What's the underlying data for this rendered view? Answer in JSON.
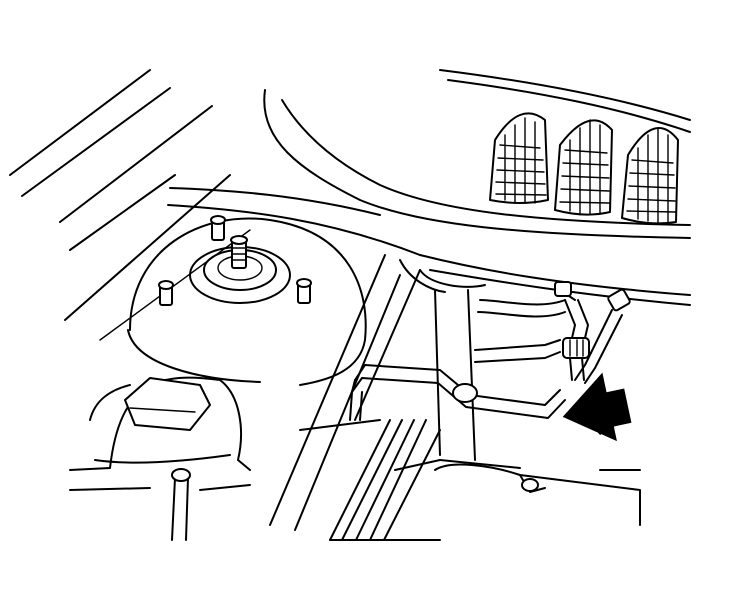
{
  "diagram": {
    "background_color": "#ffffff",
    "line_color": "#000000",
    "parts": [
      "strut-tower-mount",
      "strut-center-stud",
      "mount-stud",
      "reservoir-cap",
      "reservoir-hose",
      "cross-brace",
      "vertical-post",
      "hard-line",
      "hose-fitting",
      "sensor-connector",
      "cable-bundle",
      "ignition-coil-pack",
      "locator-arrow"
    ],
    "arrow_color": "#000000"
  }
}
